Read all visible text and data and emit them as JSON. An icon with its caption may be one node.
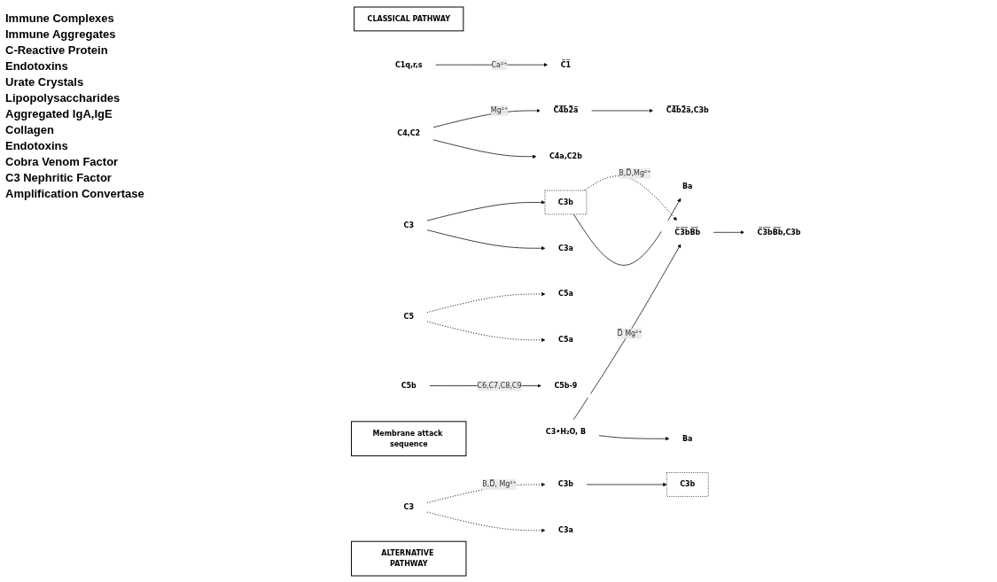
{
  "diagram": {
    "nodes": [
      {
        "text": [
          "CLASSICAL PATHWAY"
        ]
      },
      {
        "text": [
          "C1q,r,s"
        ]
      },
      {
        "text": [
          "C̅1̅"
        ]
      },
      {
        "text": [
          "C4a,C2b"
        ]
      },
      {
        "text": [
          "C4,C2"
        ]
      },
      {
        "text": [
          "C̅4̅b̅2̅a̅"
        ]
      },
      {
        "text": [
          "C̅4̅b̅2̅a̅,C3b"
        ]
      },
      {
        "text": [
          "C3"
        ]
      },
      {
        "text": [
          "C3b"
        ]
      },
      {
        "text": [
          "C3a"
        ]
      },
      {
        "text": [
          "C5a"
        ]
      },
      {
        "text": [
          "C5"
        ]
      },
      {
        "text": [
          "C5b"
        ]
      },
      {
        "text": [
          "C5b-9"
        ]
      },
      {
        "text": [
          "Membrane attack sequence"
        ]
      },
      {
        "text": [
          "Ba"
        ]
      },
      {
        "text": [
          "C5a"
        ]
      },
      {
        "text": [
          "Ba"
        ]
      },
      {
        "text": [
          "C3•H₂O, B"
        ]
      },
      {
        "text": [
          "C̅3̅b̅B̅b̅"
        ]
      },
      {
        "text": [
          "C̅3̅b̅B̅b̅,C3b"
        ]
      },
      {
        "text": [
          "C3b"
        ]
      },
      {
        "text": [
          "C3a"
        ]
      },
      {
        "text": [
          "C3"
        ]
      },
      {
        "text": [
          "C3b"
        ]
      },
      {
        "text": [
          "ALTERNATIVE PATHWAY"
        ]
      }
    ],
    "edges": [
      {
        "from": 1,
        "to": 2,
        "arrow": "to",
        "label": "Ca²⁺"
      },
      {
        "from": 4,
        "to": 5,
        "arrow": "to",
        "label": "Mg²⁺"
      },
      {
        "from": 4,
        "to": 3,
        "arrow": "to"
      },
      {
        "from": 5,
        "to": 6,
        "arrow": "to"
      },
      {
        "from": 7,
        "to": 8,
        "arrow": "to"
      },
      {
        "from": 7,
        "to": 9,
        "arrow": "to"
      },
      {
        "from": 8,
        "to": 19,
        "arrow": "to",
        "label": "B,D̅,Mg²⁺",
        "style": "dashed"
      },
      {
        "from": 8,
        "to": 15,
        "arrow": "to"
      },
      {
        "from": 18,
        "to": 19,
        "arrow": "to",
        "label": "D̅ Mg²⁺"
      },
      {
        "from": 18,
        "to": 17,
        "arrow": "to"
      },
      {
        "from": 19,
        "to": 20,
        "arrow": "to"
      },
      {
        "from": 24,
        "to": 21,
        "arrow": "to"
      },
      {
        "from": 23,
        "to": 24,
        "arrow": "to",
        "label": "B,D̅, Mg²⁺",
        "style": "dashed"
      },
      {
        "from": 23,
        "to": 22,
        "arrow": "to",
        "style": "dashed"
      },
      {
        "from": 11,
        "to": 10,
        "arrow": "to",
        "style": "dashed"
      },
      {
        "from": 11,
        "to": 16,
        "arrow": "to",
        "style": "dashed"
      },
      {
        "from": 12,
        "to": 13,
        "arrow": "to",
        "label": "C6,C7,C8,C9"
      }
    ],
    "labels": [
      "Immune Complexes",
      "Immune Aggregates",
      "C-Reactive Protein",
      "Endotoxins",
      "Urate Crystals",
      "Lipopolysaccharides",
      "Aggregated IgA,IgE",
      "Collagen",
      "Endotoxins",
      "Cobra Venom Factor",
      "C3 Nephritic Factor",
      "Amplification Convertase"
    ]
  }
}
